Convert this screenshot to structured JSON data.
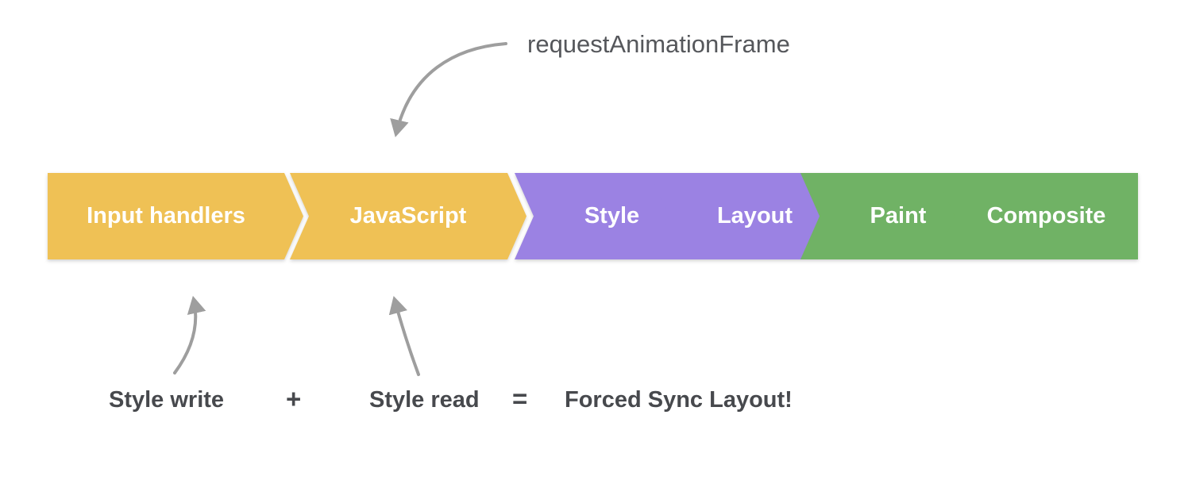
{
  "raf": {
    "label": "requestAnimationFrame"
  },
  "pipeline": {
    "segments": [
      {
        "id": "input-handlers",
        "label": "Input handlers",
        "color": "#EFC155"
      },
      {
        "id": "javascript",
        "label": "JavaScript",
        "color": "#EFC155"
      },
      {
        "id": "style",
        "label": "Style",
        "color": "#9B82E3"
      },
      {
        "id": "layout",
        "label": "Layout",
        "color": "#9B82E3"
      },
      {
        "id": "paint",
        "label": "Paint",
        "color": "#70B265"
      },
      {
        "id": "composite",
        "label": "Composite",
        "color": "#70B265"
      }
    ]
  },
  "equation": {
    "write": "Style write",
    "plus": "+",
    "read": "Style read",
    "equals": "=",
    "result": "Forced Sync Layout!"
  },
  "colors": {
    "arrow": "#9E9E9E",
    "annotation_text": "#55575B",
    "equation_text": "#47494D",
    "segment_label": "#FFFFFF",
    "background": "#FFFFFF"
  }
}
